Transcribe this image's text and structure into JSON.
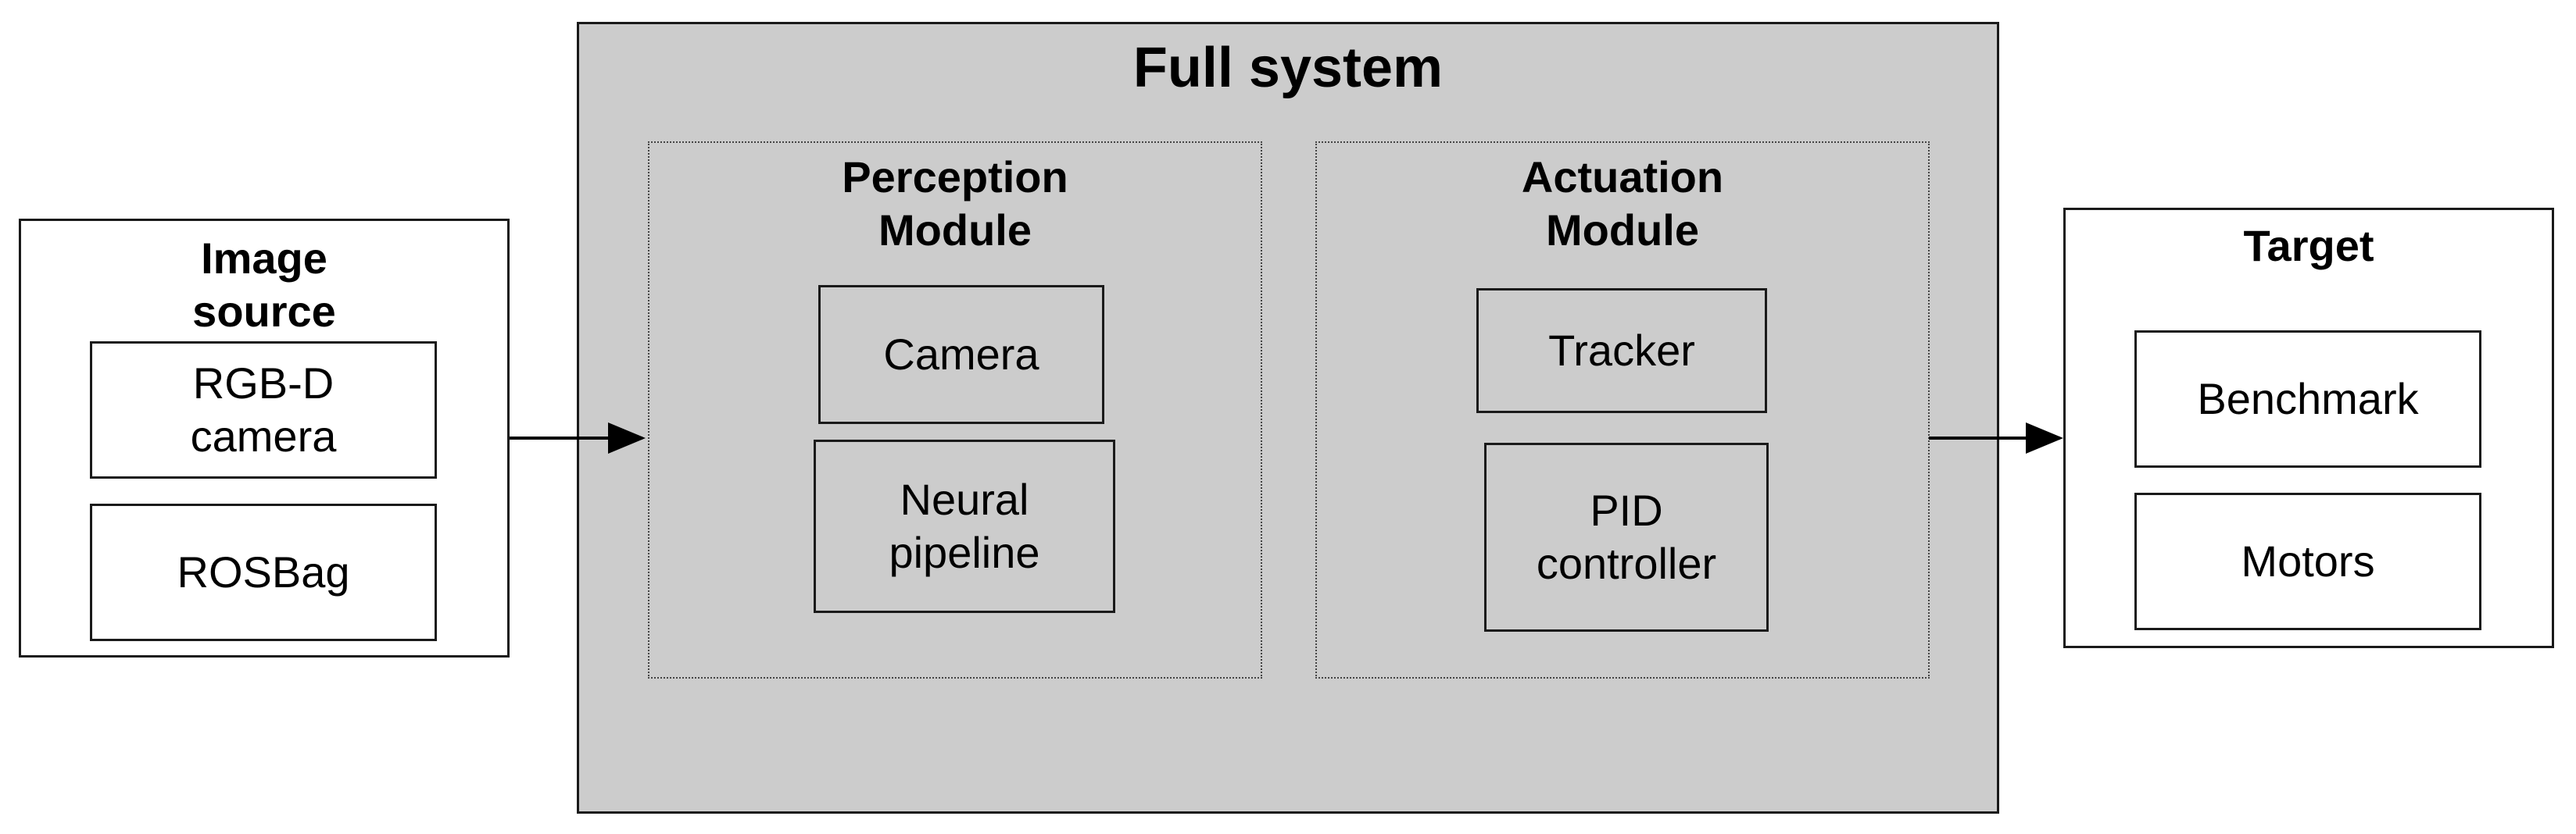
{
  "image_source": {
    "title": "Image\nsource",
    "items": [
      "RGB-D\ncamera",
      "ROSBag"
    ]
  },
  "full_system": {
    "title": "Full system",
    "perception": {
      "title": "Perception\nModule",
      "items": [
        "Camera",
        "Neural\npipeline"
      ]
    },
    "actuation": {
      "title": "Actuation\nModule",
      "items": [
        "Tracker",
        "PID\ncontroller"
      ]
    }
  },
  "target": {
    "title": "Target",
    "items": [
      "Benchmark",
      "Motors"
    ]
  },
  "colors": {
    "system_fill": "#cccccc",
    "box_fill": "#ffffff",
    "stroke": "#1a1a1a"
  }
}
